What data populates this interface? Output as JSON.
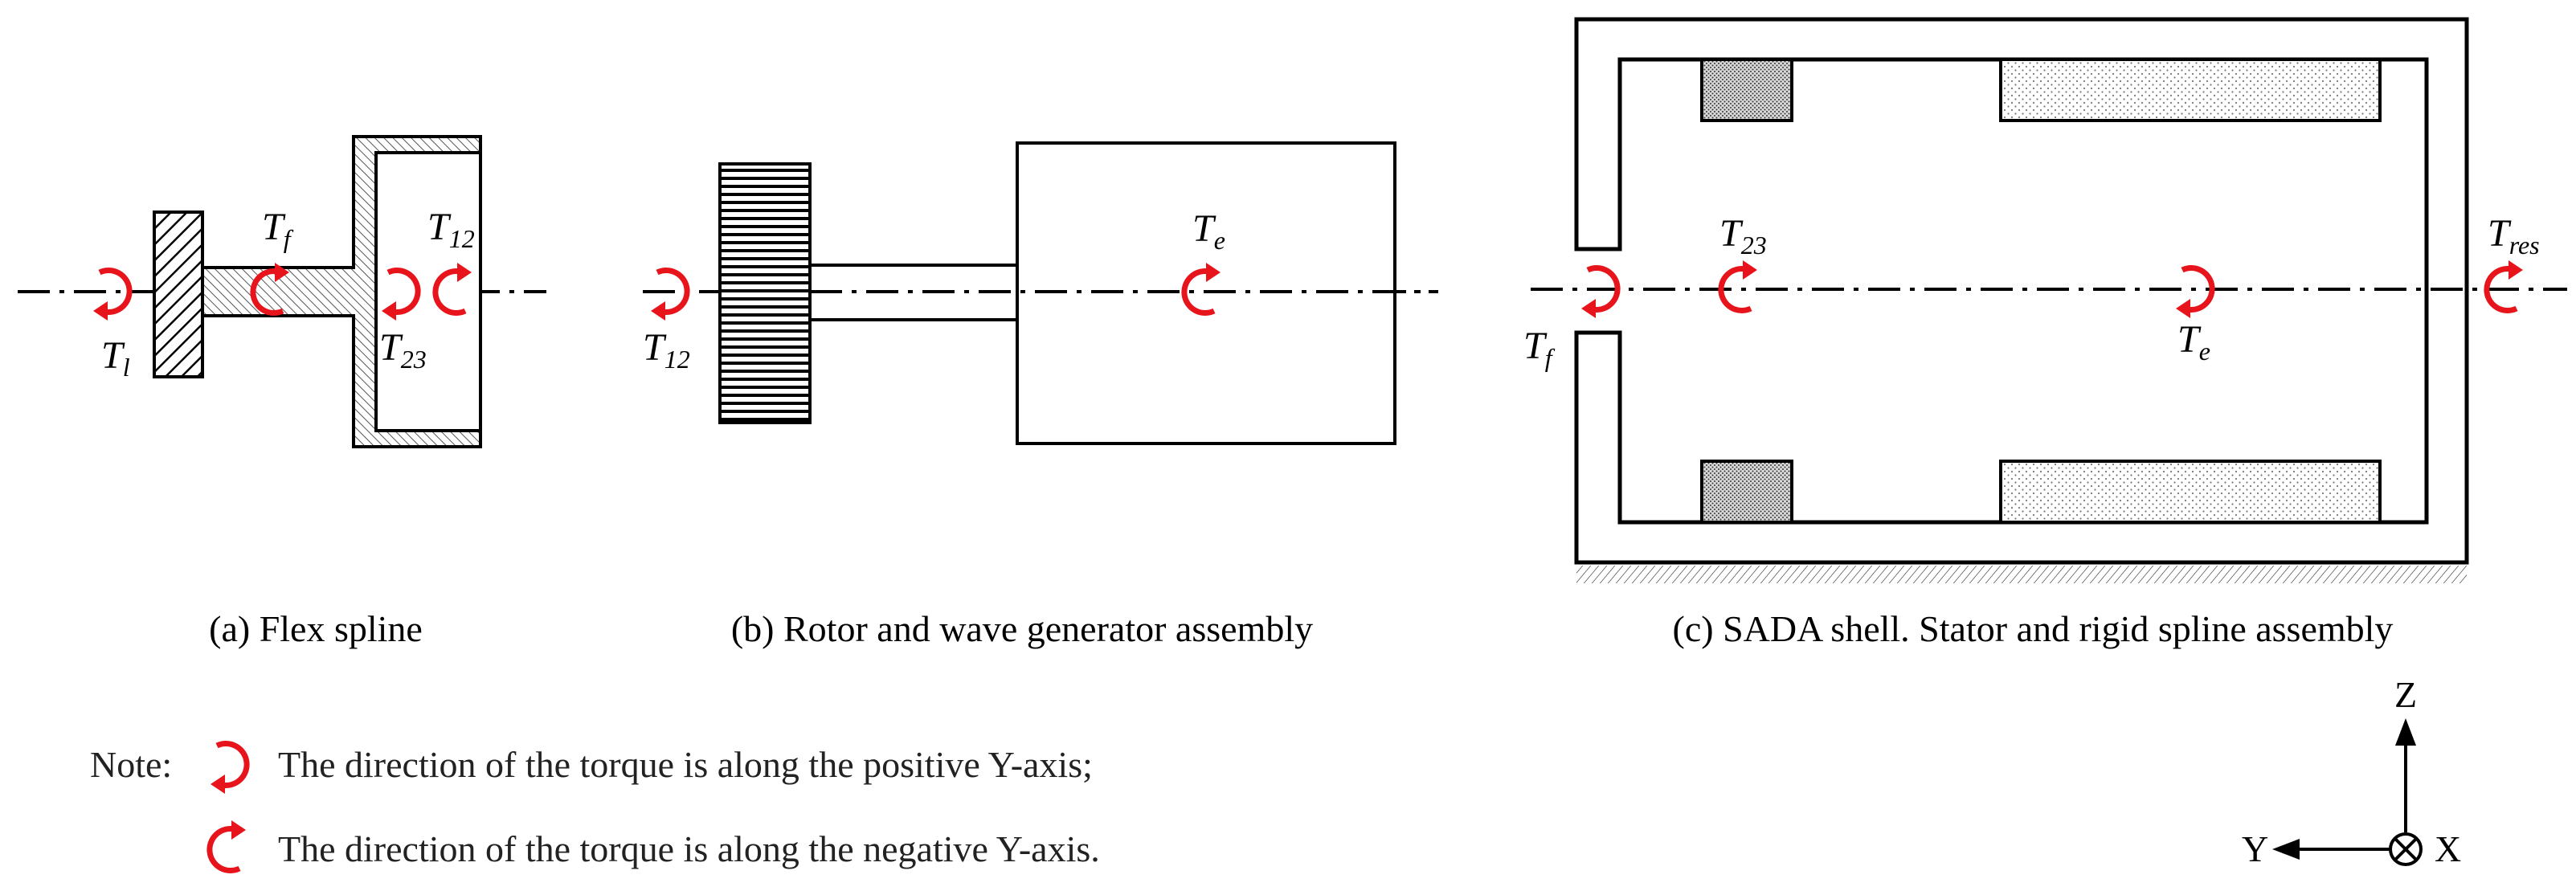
{
  "captions": {
    "a": "(a) Flex spline",
    "b": "(b) Rotor and wave generator assembly",
    "c": "(c) SADA shell. Stator and rigid spline assembly"
  },
  "torque_labels": {
    "a_tl": {
      "main": "T",
      "sub": "l"
    },
    "a_tf": {
      "main": "T",
      "sub": "f"
    },
    "a_t12": {
      "main": "T",
      "sub": "12"
    },
    "a_t23": {
      "main": "T",
      "sub": "23"
    },
    "b_t12": {
      "main": "T",
      "sub": "12"
    },
    "b_te": {
      "main": "T",
      "sub": "e"
    },
    "c_tf": {
      "main": "T",
      "sub": "f"
    },
    "c_t23": {
      "main": "T",
      "sub": "23"
    },
    "c_te": {
      "main": "T",
      "sub": "e"
    },
    "c_tres": {
      "main": "T",
      "sub": "res"
    }
  },
  "note": {
    "label": "Note:",
    "positive": "The direction of the torque is along the positive Y-axis;",
    "negative": "The direction of the torque is along the negative Y-axis."
  },
  "axes": {
    "z": "Z",
    "y": "Y",
    "x": "X"
  },
  "colors": {
    "torque": "#e8141b",
    "line": "#000000"
  }
}
